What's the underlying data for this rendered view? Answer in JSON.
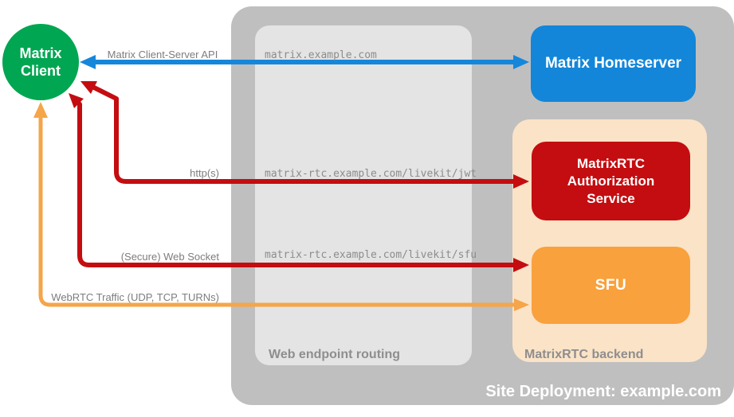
{
  "colors": {
    "client_green": "#00a651",
    "homeserver_blue": "#1386d9",
    "auth_red": "#c40d10",
    "sfu_orange": "#f9a13c",
    "backend_peach": "#fbe3c7",
    "site_container_gray": "#bfbfbf",
    "routing_box_gray": "#e4e4e4",
    "arrow_blue": "#1587db",
    "arrow_red": "#c40d10",
    "arrow_orange": "#f5a54a",
    "label_gray": "#7d7d7d",
    "url_gray": "#8c8c8c"
  },
  "nodes": {
    "client": {
      "line1": "Matrix",
      "line2": "Client"
    },
    "homeserver": {
      "label": "Matrix Homeserver"
    },
    "auth_service": {
      "label": "MatrixRTC Authorization Service"
    },
    "sfu": {
      "label": "SFU"
    }
  },
  "containers": {
    "site": {
      "label": "Site Deployment: example.com"
    },
    "routing": {
      "label": "Web endpoint routing"
    },
    "backend": {
      "label": "MatrixRTC backend"
    }
  },
  "endpoints": {
    "homeserver": "matrix.example.com",
    "jwt": "matrix-rtc.example.com/livekit/jwt",
    "sfu": "matrix-rtc.example.com/livekit/sfu"
  },
  "arrows": {
    "client_server": {
      "label": "Matrix Client-Server API"
    },
    "https": {
      "label": "http(s)"
    },
    "websocket": {
      "label": "(Secure) Web Socket"
    },
    "webrtc": {
      "label": "WebRTC Traffic (UDP, TCP, TURNs)"
    }
  }
}
